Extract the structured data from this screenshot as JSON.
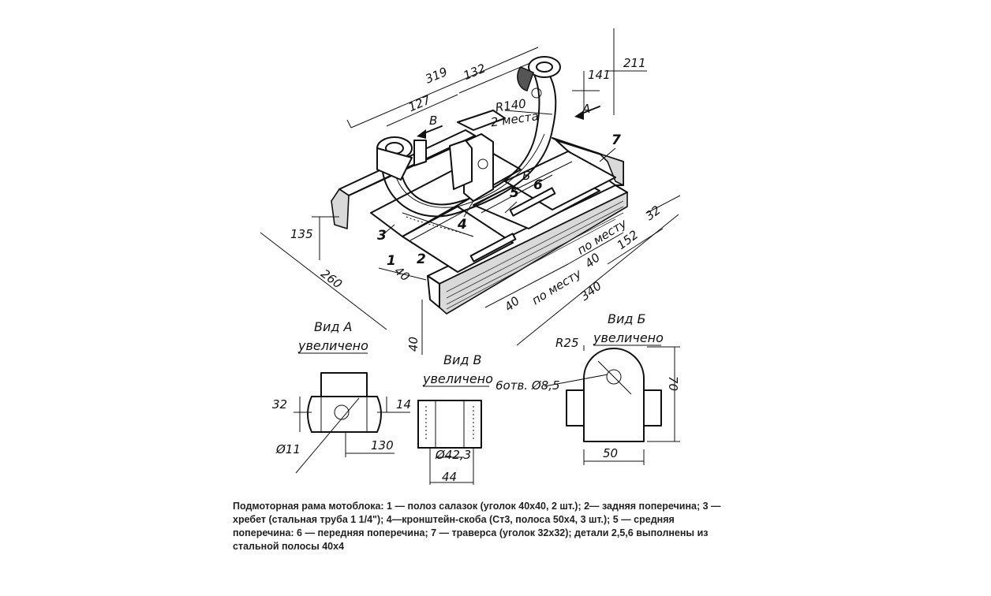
{
  "drawing": {
    "dimensions": {
      "d319": "319",
      "d132": "132",
      "d127": "127",
      "d141": "141",
      "d211": "211",
      "d135": "135",
      "d260": "260",
      "d40a": "40",
      "d40b": "40",
      "d40c": "40",
      "d40d": "40",
      "d340": "340",
      "d152": "152",
      "d32": "32",
      "r140": "R140",
      "two_places": "2 места",
      "in_place_1": "по месту",
      "in_place_2": "по месту"
    },
    "view_arrows": {
      "a": "A",
      "b": "Б",
      "v": "В"
    },
    "parts": {
      "p1": "1",
      "p2": "2",
      "p3": "3",
      "p4": "4",
      "p5": "5",
      "p6": "6",
      "p7": "7"
    },
    "view_a": {
      "title": "Вид А",
      "subtitle": "увеличено",
      "d32": "32",
      "d14": "14",
      "d130": "130",
      "hole": "Ø11"
    },
    "view_v": {
      "title": "Вид В",
      "subtitle": "увеличено",
      "dia": "Ø42,3",
      "d44": "44"
    },
    "view_b": {
      "title": "Вид Б",
      "subtitle": "увеличено",
      "r25": "R25",
      "holes": "6отв. Ø8,5",
      "d70": "70",
      "d50": "50"
    }
  },
  "caption": {
    "text": "Подмоторная рама мотоблока: 1 — полоз салазок (уголок 40х40, 2 шт.); 2— задняя поперечина; 3 — хребет (стальная труба 1 1/4\"); 4—кронштейн-скоба (Ст3, полоса 50х4, 3 шт.); 5 — средняя поперечина: 6 — передняя поперечина; 7 — траверса (уголок 32х32); детали 2,5,6 выполнены из стальной полосы 40х4"
  }
}
